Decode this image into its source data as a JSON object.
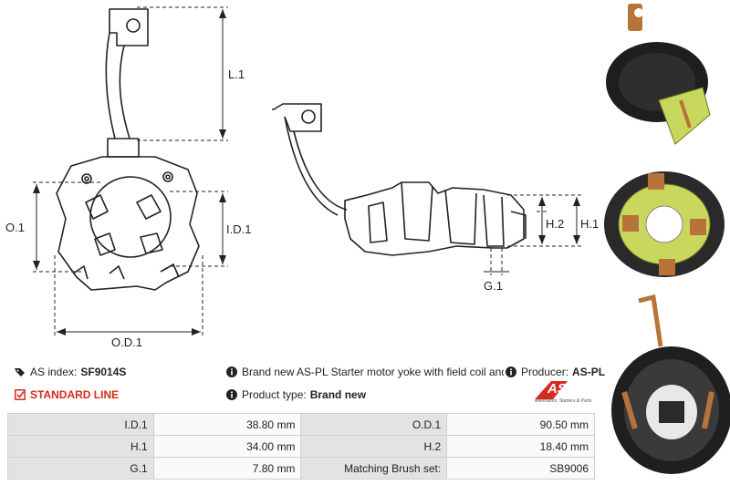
{
  "dimension_labels": {
    "l1": "L.1",
    "o1": "O.1",
    "id1": "I.D.1",
    "od1": "O.D.1",
    "h2": "H.2",
    "h1": "H.1",
    "g1": "G.1"
  },
  "info": {
    "as_index_label": "AS index:",
    "as_index_value": "SF9014S",
    "standard_line": "STANDARD LINE",
    "description": "Brand new AS-PL Starter motor yoke with field coil and brush",
    "producer_label": "Producer:",
    "producer_value": "AS-PL",
    "product_type_label": "Product type:",
    "product_type_value": "Brand new",
    "logo_text": "AS",
    "logo_tagline": "Alternators, Starters & Parts"
  },
  "specs": [
    {
      "label1": "I.D.1",
      "value1": "38.80 mm",
      "label2": "O.D.1",
      "value2": "90.50 mm"
    },
    {
      "label1": "H.1",
      "value1": "34.00 mm",
      "label2": "H.2",
      "value2": "18.40 mm"
    },
    {
      "label1": "G.1",
      "value1": "7.80 mm",
      "label2": "Matching Brush set:",
      "value2": "SB9006"
    }
  ],
  "colors": {
    "accent_red": "#d52b1e",
    "label_bg": "#e3e3e3",
    "line": "#222222"
  }
}
